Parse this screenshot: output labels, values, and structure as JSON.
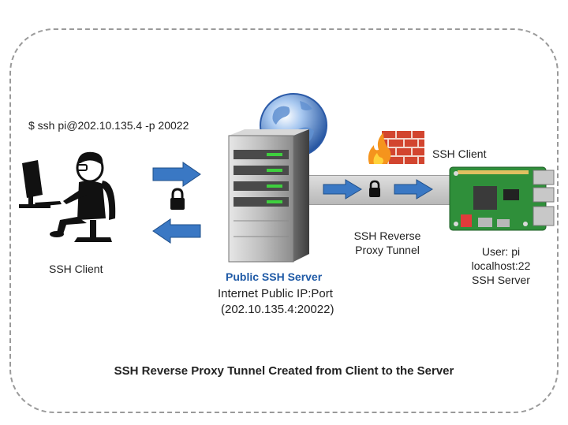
{
  "client": {
    "command": "$ ssh pi@202.10.135.4 -p 20022",
    "label": "SSH Client"
  },
  "server": {
    "title": "Public SSH Server",
    "line1": "Internet Public IP:Port",
    "line2": "(202.10.135.4:20022)"
  },
  "tunnel": {
    "line1": "SSH Reverse",
    "line2": "Proxy Tunnel"
  },
  "pi": {
    "client_label": "SSH Client",
    "user": "User: pi",
    "host": "localhost:22",
    "server": "SSH Server"
  },
  "caption": "SSH Reverse Proxy Tunnel Created from Client to the Server",
  "colors": {
    "arrow_blue": "#3a78c4",
    "server_title": "#1f5aa6",
    "led_green": "#3ecf3e",
    "tunnel_gray": "#c4c4c4",
    "firewall_red": "#d2452f",
    "pcb_green": "#2f8f3a"
  }
}
